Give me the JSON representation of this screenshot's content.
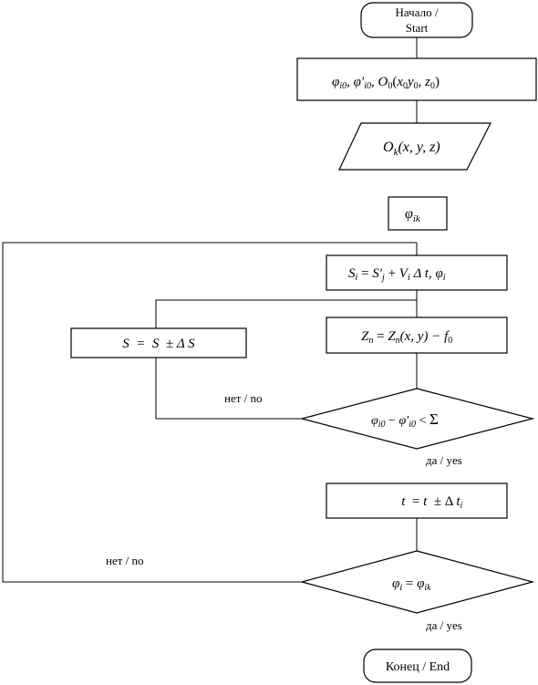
{
  "flowchart": {
    "start": {
      "line1": "Начало /",
      "line2": "Start"
    },
    "init": {
      "phi": "φ",
      "phi_sub": "i0",
      "sep1": ", ",
      "phi_p": "φ′",
      "phi_p_sub": "i0",
      "sep2": ", ",
      "O": "O",
      "O_sub": "0",
      "O_args_open": "(",
      "x": "x",
      "x_sub": "0",
      "y": "y",
      "y_sub": "0",
      "sep3": ", ",
      "z": "z",
      "z_sub": "0",
      "close": ")"
    },
    "input": {
      "O": "O",
      "O_sub": "k",
      "args": "(x, y, z)"
    },
    "phi_ik": {
      "phi": "φ",
      "sub": "ik"
    },
    "s_update": {
      "S": "S",
      "S_sub": "i",
      "eq": " = ",
      "Sp": "S′",
      "Sp_sub": "j",
      "plus": "  + ",
      "V": "V",
      "V_sub": "i",
      "dt": " Δ t, ",
      "phi": "φ",
      "phi_sub": "i"
    },
    "s_adjust": "S  =  S  ± Δ S",
    "z_calc": {
      "Z": "Z",
      "Z_sub": "n",
      "eq": " = ",
      "Z2": "Z",
      "Z2_sub": "n",
      "args": "(x, y) − ",
      "f": "f",
      "f_sub": "0"
    },
    "decision1": {
      "phi": "φ",
      "phi_sub": "i0",
      "minus": " − ",
      "phi_p": "φ′",
      "phi_p_sub": "i0",
      "lt": " < ",
      "sum": "Σ"
    },
    "d1_no": "нет / no",
    "d1_yes": "да / yes",
    "t_update": {
      "t": "t",
      "eq": "  = ",
      "t2": "t",
      "pm": "  ± Δ ",
      "ti": "t",
      "ti_sub": "i"
    },
    "decision2": {
      "phi": "φ",
      "phi_sub": "i",
      "eq": " = ",
      "phi2": "φ",
      "phi2_sub": "ik"
    },
    "d2_no": "нет / no",
    "d2_yes": "да / yes",
    "end": "Конец / End"
  }
}
